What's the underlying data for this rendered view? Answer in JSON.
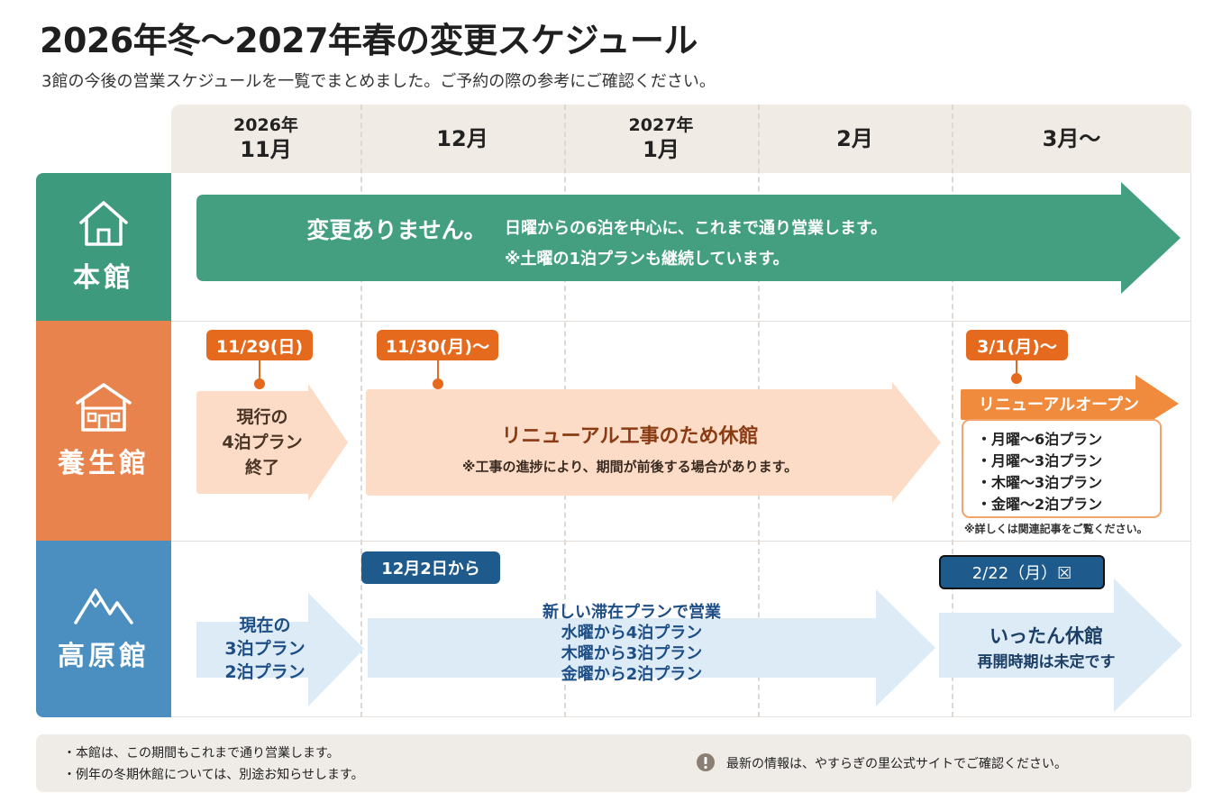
{
  "title": "2026年冬〜2027年春の変更スケジュール",
  "subtitle": "3館の今後の営業スケジュールを一覧でまとめました。ご予約の際の参考にご確認ください。",
  "months": [
    {
      "year": "2026年",
      "month": "11月"
    },
    {
      "year": "",
      "month": "12月"
    },
    {
      "year": "2027年",
      "month": "1月"
    },
    {
      "year": "",
      "month": "2月"
    },
    {
      "year": "",
      "month": "3月〜"
    }
  ],
  "rows": {
    "honkan": {
      "name": "本館",
      "headline": "変更ありません。",
      "line1": "日曜からの6泊を中心に、これまで通り営業します。",
      "line2": "※土曜の1泊プランも継続しています。"
    },
    "yojokan": {
      "name": "養生館",
      "tag1": "11/29(日)",
      "tag2": "11/30(月)〜",
      "tag3": "3/1(月)〜",
      "end_plan": "現行の\n4泊プラン\n終了",
      "closure_title": "リニューアル工事のため休館",
      "closure_note": "※工事の進捗により、期間が前後する場合があります。",
      "reopen_title": "リニューアルオープン",
      "plans": [
        "・月曜〜6泊プラン",
        "・月曜〜3泊プラン",
        "・木曜〜3泊プラン",
        "・金曜〜2泊プラン"
      ],
      "plans_note": "※詳しくは関連記事をご覧ください。"
    },
    "kogenkan": {
      "name": "高原館",
      "tag1": "12月2日から",
      "tag2": "2/22（月）☒",
      "current_plan": "現在の\n3泊プラン\n2泊プラン",
      "new_plan": "新しい滞在プランで営業\n水曜から4泊プラン\n木曜から3泊プラン\n金曜から2泊プラン",
      "closure_title": "いったん休館",
      "closure_note": "再開時期は未定です"
    }
  },
  "footer": {
    "note1": "・本館は、この期間もこれまで通り営業します。",
    "note2": "・例年の冬期休館については、別途お知らせします。",
    "info": "最新の情報は、やすらぎの里公式サイトでご確認ください。",
    "info_icon": "exclamation-icon"
  },
  "colors": {
    "green": "#3e9a7c",
    "orange": "#e8834e",
    "blue": "#4a8fc0",
    "tag_orange": "#e66a1e",
    "tag_blue": "#1e5a8c",
    "peach": "#fcdcc6",
    "light_blue": "#dcebf6"
  }
}
